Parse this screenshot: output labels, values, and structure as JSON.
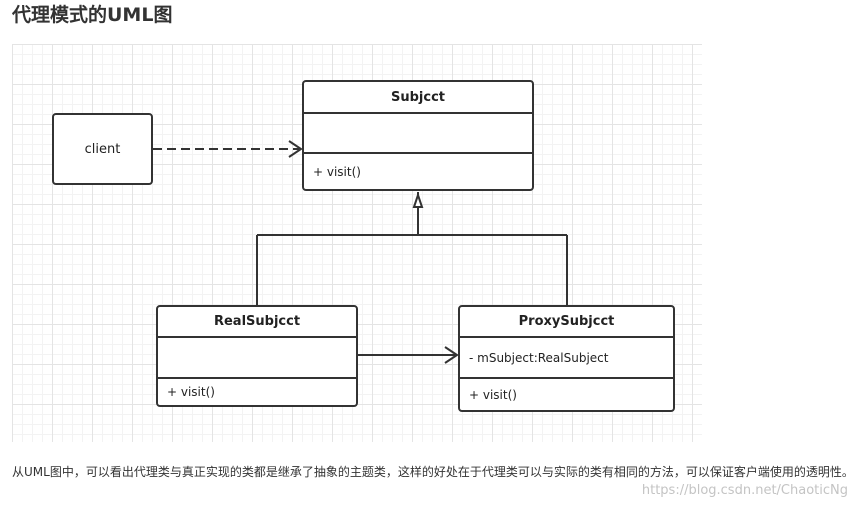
{
  "page": {
    "title": "代理模式的UML图",
    "description": "从UML图中，可以看出代理类与真正实现的类都是继承了抽象的主题类，这样的好处在于代理类可以与实际的类有相同的方法，可以保证客户端使用的透明性。",
    "watermark": "https://blog.csdn.net/ChaoticNg"
  },
  "diagram": {
    "client": {
      "label": "client"
    },
    "subject": {
      "name": "Subjcct",
      "attributes": "",
      "operations": "+ visit()"
    },
    "real_subject": {
      "name": "RealSubjcct",
      "attributes": "",
      "operations": "+ visit()"
    },
    "proxy_subject": {
      "name": "ProxySubjcct",
      "attributes": "- mSubject:RealSubject",
      "operations": "+ visit()"
    }
  }
}
